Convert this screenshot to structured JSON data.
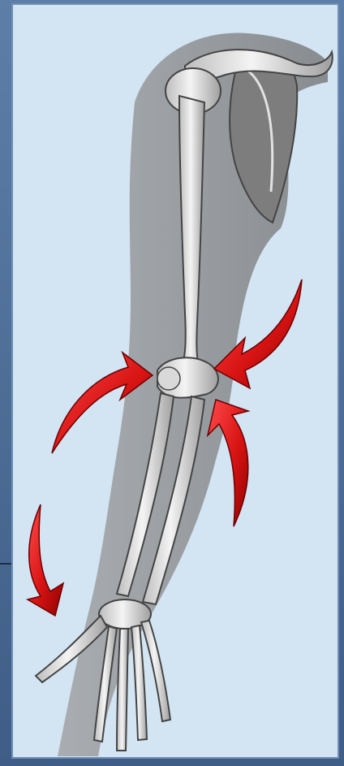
{
  "image": {
    "subject": "arm-skeleton",
    "annotations": [
      "red-arrow",
      "red-arrow",
      "red-arrow",
      "red-arrow"
    ]
  },
  "colors": {
    "background": "#d3e4f3",
    "frame": "#3f5d86",
    "arm_shadow": "#8a8a8a",
    "bone": "#e9e9e9",
    "arrow": "#d81414",
    "arrow_dark": "#8e0000"
  }
}
